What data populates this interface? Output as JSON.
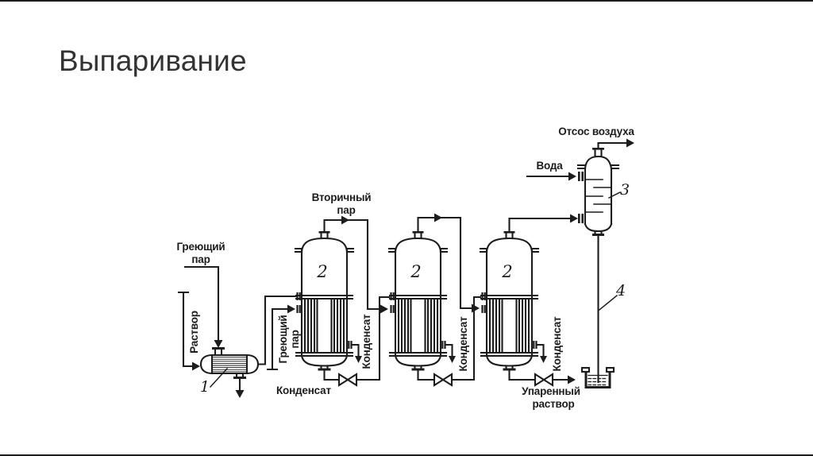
{
  "slide": {
    "title": "Выпаривание"
  },
  "colors": {
    "ink": "#1c1c1c",
    "background": "#ffffff",
    "title_text": "#333333"
  },
  "diagram": {
    "labels": {
      "heating_steam_1": "Греющий",
      "heating_steam_2": "пар",
      "solution": "Раствор",
      "condensate": "Конденсат",
      "secondary_steam_1": "Вторичный",
      "secondary_steam_2": "пар",
      "air_suction": "Отсос воздуха",
      "water": "Вода",
      "concentrated_1": "Упаренный",
      "concentrated_2": "раствор"
    },
    "equipment": {
      "preheater": "1",
      "evaporator": "2",
      "condenser": "3",
      "barometric_pipe": "4"
    }
  }
}
